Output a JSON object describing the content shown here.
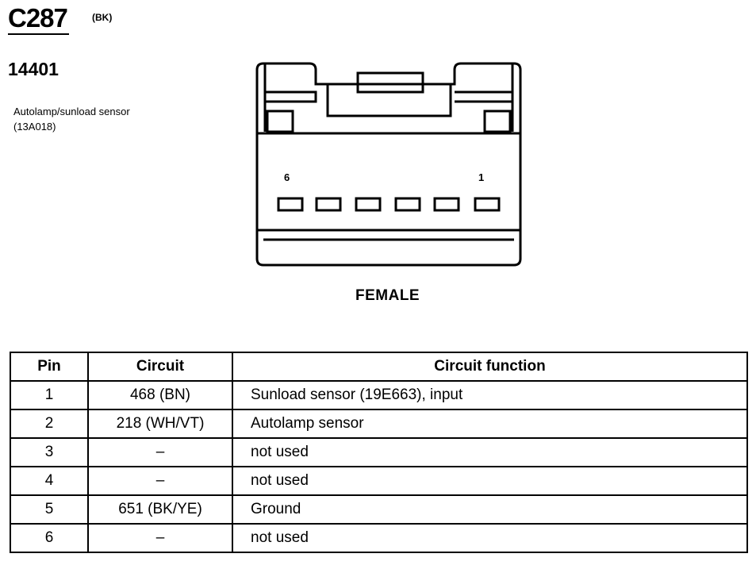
{
  "connector": {
    "id": "C287",
    "color_code": "(BK)",
    "part_number": "14401",
    "description": "Autolamp/sunload sensor (13A018)",
    "gender": "FEMALE",
    "pin_label_left": "6",
    "pin_label_right": "1"
  },
  "table": {
    "headers": {
      "pin": "Pin",
      "circuit": "Circuit",
      "function": "Circuit function"
    },
    "rows": [
      {
        "pin": "1",
        "circuit": "468 (BN)",
        "function": "Sunload sensor (19E663), input"
      },
      {
        "pin": "2",
        "circuit": "218 (WH/VT)",
        "function": "Autolamp sensor"
      },
      {
        "pin": "3",
        "circuit": "–",
        "function": "not used"
      },
      {
        "pin": "4",
        "circuit": "–",
        "function": "not used"
      },
      {
        "pin": "5",
        "circuit": "651 (BK/YE)",
        "function": "Ground"
      },
      {
        "pin": "6",
        "circuit": "–",
        "function": "not used"
      }
    ]
  }
}
